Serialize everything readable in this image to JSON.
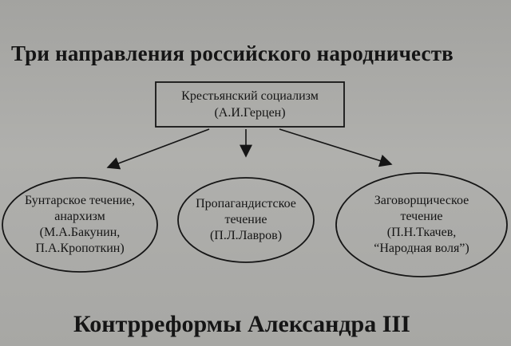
{
  "diagram": {
    "title": "Три направления российского народничеств",
    "root": {
      "lines": [
        "Крестьянский социализм",
        "(А.И.Герцен)"
      ]
    },
    "branches": [
      {
        "lines": [
          "Бунтарское течение,",
          "анархизм",
          "(М.А.Бакунин,",
          "П.А.Кропоткин)"
        ]
      },
      {
        "lines": [
          "Пропагандистское",
          "течение",
          "(П.Л.Лавров)"
        ]
      },
      {
        "lines": [
          "Заговорщическое",
          "течение",
          "(П.Н.Ткачев,",
          "“Народная воля”)"
        ]
      }
    ],
    "footer_title": "Контрреформы Александра III"
  },
  "colors": {
    "ink": "#151515",
    "paper": "#aaaaa7"
  }
}
